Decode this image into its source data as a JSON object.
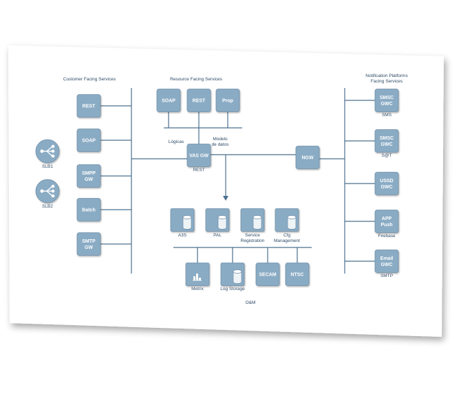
{
  "headers": {
    "customer": "Customer Facing Services",
    "resource": "Resource Facing Services",
    "notification_line1": "Notification Platforms",
    "notification_line2": "Facing Services"
  },
  "customer_nodes": [
    "REST",
    "SOAP",
    "SMPP\nGW",
    "Batch",
    "SMTP\nGW"
  ],
  "load_balancers": [
    "SLB1",
    "SLB2"
  ],
  "resource_nodes": [
    "SOAP",
    "REST",
    "Prop"
  ],
  "resource_notes": {
    "logicas": "Lógicas",
    "modelo": "Modelo\nde datos"
  },
  "vas_gw": {
    "label": "VAS GW",
    "caption": "REST"
  },
  "ngw": {
    "label": "NGW"
  },
  "notification_nodes": [
    {
      "label": "SMSC\nGWC",
      "caption": "SMS"
    },
    {
      "label": "SMSC\nGWC",
      "caption": "S@T"
    },
    {
      "label": "USSD\nGWC",
      "caption": ""
    },
    {
      "label": "APP\nPush",
      "caption": "Firebase"
    },
    {
      "label": "Email\nGWC",
      "caption": "SMTP"
    }
  ],
  "db_nodes": [
    {
      "caption": "A3S"
    },
    {
      "caption": "PAL"
    },
    {
      "caption": "Service\nRegistration"
    },
    {
      "caption": "Cfg\nManagement"
    }
  ],
  "om_nodes": [
    {
      "kind": "chart",
      "label": "",
      "caption": "Metrix"
    },
    {
      "kind": "db",
      "label": "",
      "caption": "Log Storage"
    },
    {
      "kind": "box",
      "label": "SECAM",
      "caption": ""
    },
    {
      "kind": "box",
      "label": "NTSC",
      "caption": ""
    }
  ],
  "om_label": "O&M",
  "colors": {
    "node_fill": "#8aabc4",
    "node_stroke": "#6f8fa8",
    "node_text": "#ffffff",
    "line": "#4a6f8e",
    "caption": "#2d4a66"
  }
}
